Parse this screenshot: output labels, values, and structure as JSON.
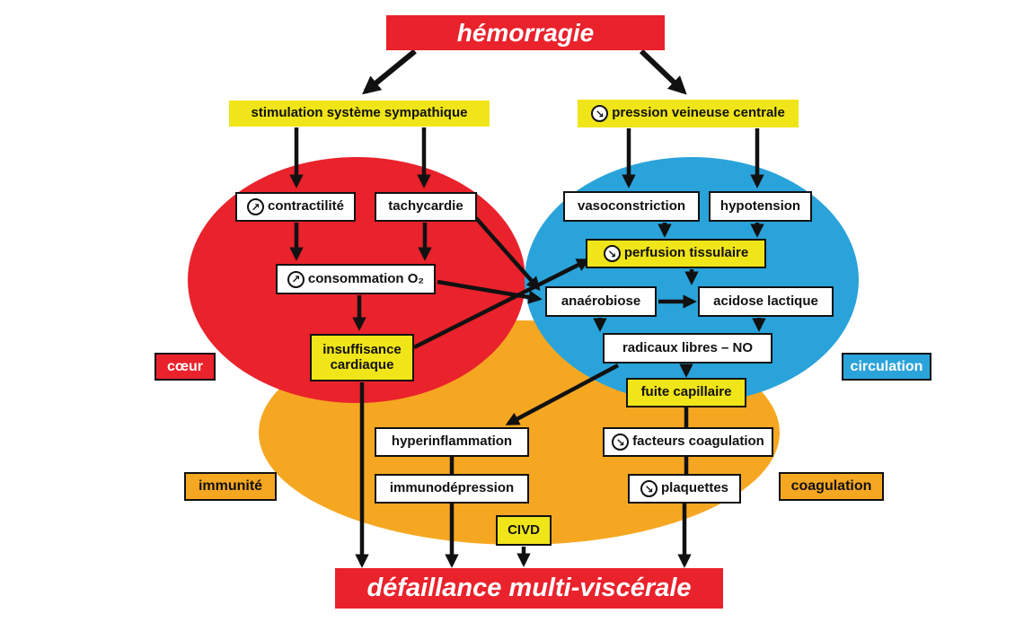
{
  "palette": {
    "red": "#e9222c",
    "yellow": "#f0e518",
    "blue": "#2aa3da",
    "orange": "#f6a722",
    "line": "#111111"
  },
  "icons": {
    "increase": "↗",
    "decrease": "↘"
  },
  "header": {
    "title": "hémorragie"
  },
  "footer": {
    "title": "défaillance multi-viscérale"
  },
  "nodes": {
    "stimulation": {
      "label": "stimulation système sympathique"
    },
    "pvc": {
      "label": "pression veineuse centrale"
    },
    "contractilite": {
      "label": "contractilité"
    },
    "tachycardie": {
      "label": "tachycardie"
    },
    "consommation": {
      "label": "consommation O₂"
    },
    "insuffisance": {
      "label": "insuffisance cardiaque"
    },
    "vasoconstriction": {
      "label": "vasoconstriction"
    },
    "hypotension": {
      "label": "hypotension"
    },
    "perfusion": {
      "label": "perfusion tissulaire"
    },
    "anaerobiose": {
      "label": "anaérobiose"
    },
    "acidose": {
      "label": "acidose lactique"
    },
    "radicaux": {
      "label": "radicaux libres – NO"
    },
    "fuite": {
      "label": "fuite capillaire"
    },
    "hyperinflammation": {
      "label": "hyperinflammation"
    },
    "facteurs": {
      "label": "facteurs coagulation"
    },
    "immunodepression": {
      "label": "immunodépression"
    },
    "plaquettes": {
      "label": "plaquettes"
    },
    "civd": {
      "label": "CIVD"
    }
  },
  "regions": {
    "coeur": {
      "label": "cœur"
    },
    "circulation": {
      "label": "circulation"
    },
    "immunite": {
      "label": "immunité"
    },
    "coagulation": {
      "label": "coagulation"
    }
  }
}
